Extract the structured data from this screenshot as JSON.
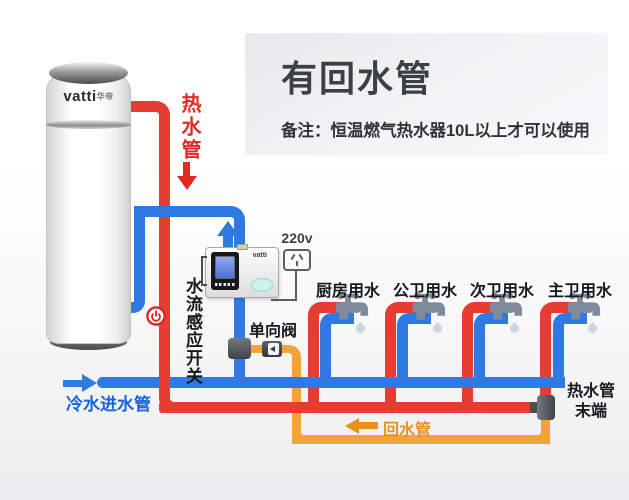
{
  "header": {
    "title": "有回水管",
    "note": "备注：恒温燃气热水器10L以上才可以使用"
  },
  "tank": {
    "brand": "vatti",
    "brand_cn": "华帝"
  },
  "controller": {
    "brand": "vatti",
    "voltage_label": "220v"
  },
  "labels": {
    "hot_pipe": "热水管",
    "flow_switch": "水流感应开关",
    "check_valve": "单向阀",
    "cold_inlet": "冷水进水管",
    "return_pipe": "回水管",
    "hot_pipe_end_line1": "热水管",
    "hot_pipe_end_line2": "末端"
  },
  "faucets": [
    {
      "label": "厨房用水"
    },
    {
      "label": "公卫用水"
    },
    {
      "label": "次卫用水"
    },
    {
      "label": "主卫用水"
    }
  ],
  "colors": {
    "hot_pipe": "#e63c32",
    "cold_pipe": "#3079e2",
    "return_pipe": "#f2a43a",
    "return_accent": "#e8921e"
  }
}
